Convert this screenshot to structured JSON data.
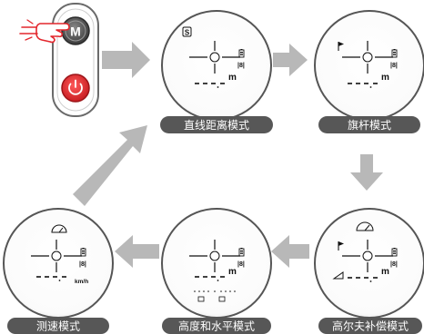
{
  "device": {
    "m_button_label": "M",
    "power_symbol": "power-icon"
  },
  "unit_m": "m",
  "unit_kmh": "km/h",
  "s_icon_label": "S",
  "modes": [
    {
      "id": "straight",
      "label": "直线距离模式"
    },
    {
      "id": "flag",
      "label": "旗杆模式"
    },
    {
      "id": "golf",
      "label": "高尔夫补偿模式"
    },
    {
      "id": "height",
      "label": "高度和水平模式"
    },
    {
      "id": "speed",
      "label": "测速模式"
    }
  ],
  "colors": {
    "arrow": "#b8b8b8",
    "caption_bg": "#575757",
    "power_red": "#e3262c",
    "hand_red": "#e3262c",
    "device_dark": "#5a5a5a"
  }
}
